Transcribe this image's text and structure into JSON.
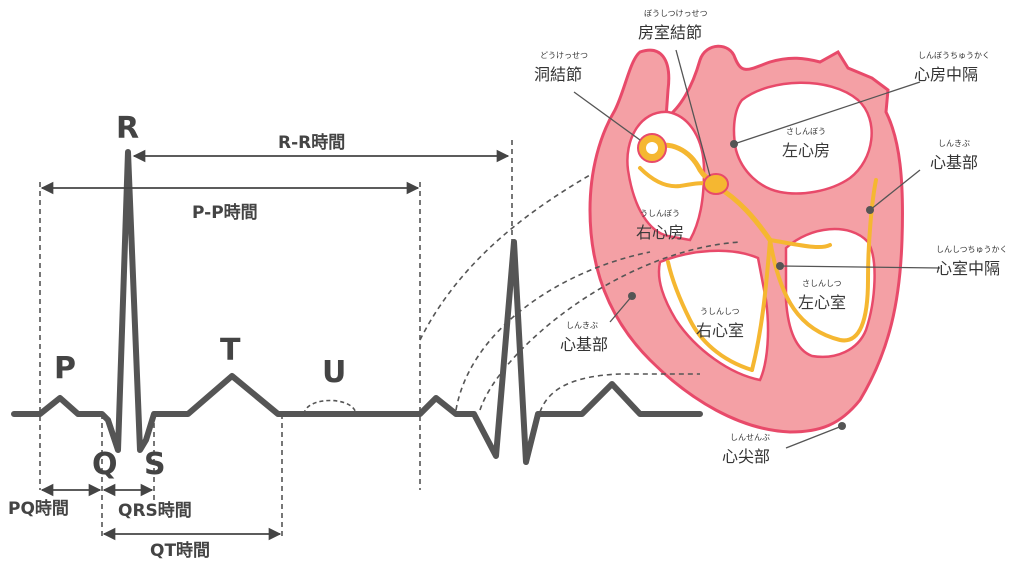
{
  "ecg": {
    "waves": {
      "p": "P",
      "q": "Q",
      "r": "R",
      "s": "S",
      "t": "T",
      "u": "U"
    },
    "intervals": {
      "rr": "R-R時間",
      "pp": "P-P時間",
      "pq": "PQ時間",
      "qrs": "QRS時間",
      "qt": "QT時間"
    }
  },
  "heart": {
    "labels": {
      "sa_node": {
        "ruby": "どうけっせつ",
        "text": "洞結節"
      },
      "av_node": {
        "ruby": "ぼうしつけっせつ",
        "text": "房室結節"
      },
      "atrial_septum": {
        "ruby": "しんぼうちゅうかく",
        "text": "心房中隔"
      },
      "base_right": {
        "ruby": "しんきぶ",
        "text": "心基部"
      },
      "ventricular_septum": {
        "ruby": "しんしつちゅうかく",
        "text": "心室中隔"
      },
      "base_left": {
        "ruby": "しんきぶ",
        "text": "心基部"
      },
      "apex": {
        "ruby": "しんせんぶ",
        "text": "心尖部"
      }
    },
    "chambers": {
      "left_atrium": {
        "ruby": "さしんぼう",
        "text": "左心房"
      },
      "right_atrium": {
        "ruby": "うしんぼう",
        "text": "右心房"
      },
      "left_ventricle": {
        "ruby": "さしんしつ",
        "text": "左心室"
      },
      "right_ventricle": {
        "ruby": "うしんしつ",
        "text": "右心室"
      }
    }
  },
  "colors": {
    "trace": "#555555",
    "heart_fill": "#f4a0a5",
    "heart_stroke": "#e84a6a",
    "chamber_fill": "#ffffff",
    "conduction": "#f5b731",
    "text": "#444444"
  }
}
